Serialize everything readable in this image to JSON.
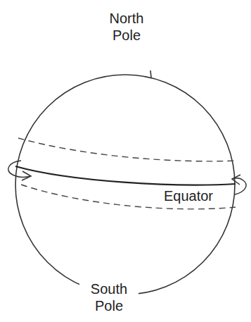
{
  "diagram": {
    "labels": [
      "North Pole",
      "Equator",
      "South Pole"
    ]
  }
}
